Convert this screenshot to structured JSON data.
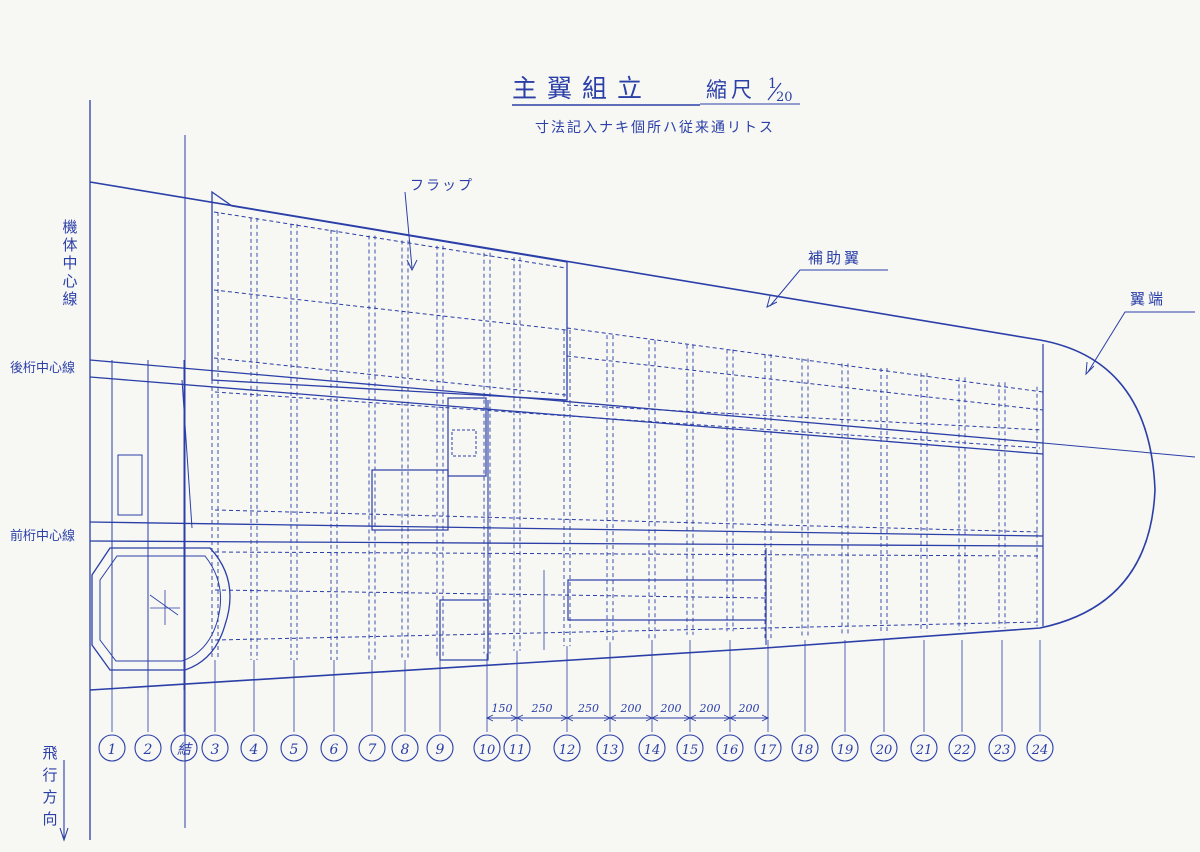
{
  "title": "主翼組立",
  "scale_label": "縮尺",
  "scale_numerator": "1",
  "scale_denominator": "20",
  "subtitle": "寸法記入ナキ個所ハ従来通リトス",
  "labels": {
    "fuselage_centerline": "機体中心線",
    "rear_spar_centerline": "後桁中心線",
    "front_spar_centerline": "前桁中心線",
    "flap": "フラップ",
    "aileron": "補助翼",
    "wing_tip": "翼端",
    "flight_direction": "飛行方向"
  },
  "dimensions": [
    "150",
    "250",
    "250",
    "200",
    "200",
    "200",
    "200"
  ],
  "ribs": [
    "1",
    "2",
    "結",
    "3",
    "4",
    "5",
    "6",
    "7",
    "8",
    "9",
    "10",
    "11",
    "12",
    "13",
    "14",
    "15",
    "16",
    "17",
    "18",
    "19",
    "20",
    "21",
    "22",
    "23",
    "24"
  ],
  "colors": {
    "ink": "#2b3fa8",
    "paper": "#f7f7f3"
  }
}
